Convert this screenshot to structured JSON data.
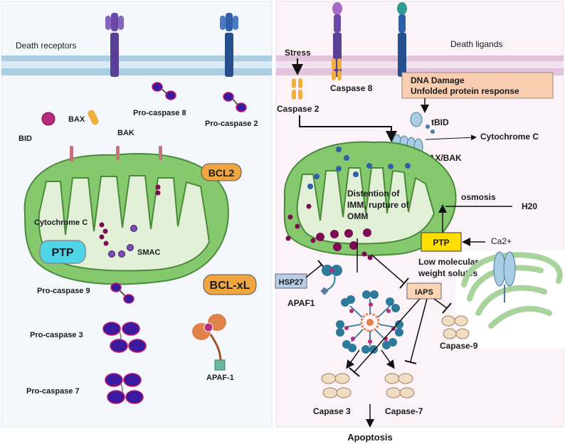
{
  "left_panel": {
    "membrane_label": "Death receptors",
    "labels": {
      "bax": "BAX",
      "bid": "BID",
      "bak": "BAK",
      "pro_caspase_8": "Pro-caspase 8",
      "pro_caspase_2": "Pro-caspase 2",
      "bcl2": "BCL2",
      "bcl_xl": "BCL-xL",
      "cytochrome_c": "Cytochrome C",
      "ptp": "PTP",
      "smac": "SMAC",
      "pro_caspase_9": "Pro-caspase 9",
      "pro_caspase_3": "Pro-caspase 3",
      "pro_caspase_7": "Pro-caspase 7",
      "apaf_1": "APAF-1"
    }
  },
  "right_panel": {
    "membrane_label": "Death ligands",
    "labels": {
      "stress": "Stress",
      "caspase_8": "Caspase 8",
      "caspase_2": "Caspase 2",
      "dna_damage_line1": "DNA Damage",
      "dna_damage_line2": "Unfolded protein response",
      "tbid": "tBID",
      "cytochrome_c": "Cytochrome C",
      "bax_bak": "BAX/BAK",
      "distention_line1": "Distention of",
      "distention_line2": "IMM, rupture of",
      "distention_line3": "OMM",
      "osmosis": "osmosis",
      "h2o": "H20",
      "ca2": "Ca2+",
      "ptp": "PTP",
      "low_mol_line1": "Low molecular",
      "low_mol_line2": "weight solutes",
      "hsp27": "HSP27",
      "apaf1": "APAF1",
      "iaps": "IAPS",
      "capase_9": "Capase-9",
      "capase_3": "Capase 3",
      "capase_7": "Capase-7",
      "apoptosis": "Apoptosis"
    }
  },
  "colors": {
    "mito_fill": "#86c86d",
    "mito_inner": "#e2f0d8",
    "membrane_blue": "#a9cde3",
    "membrane_pink": "#e2c2dc",
    "bcl_orange": "#f0a640",
    "ptp_cyan": "#4fd4e8",
    "ptp_yellow": "#ffdd00",
    "dna_box": "#f9cdb0",
    "hsp27_box": "#b9cde4",
    "iaps_box": "#fad4b5",
    "caspase_blue": "#2a2a9e",
    "dark_magenta": "#7b0a53"
  }
}
